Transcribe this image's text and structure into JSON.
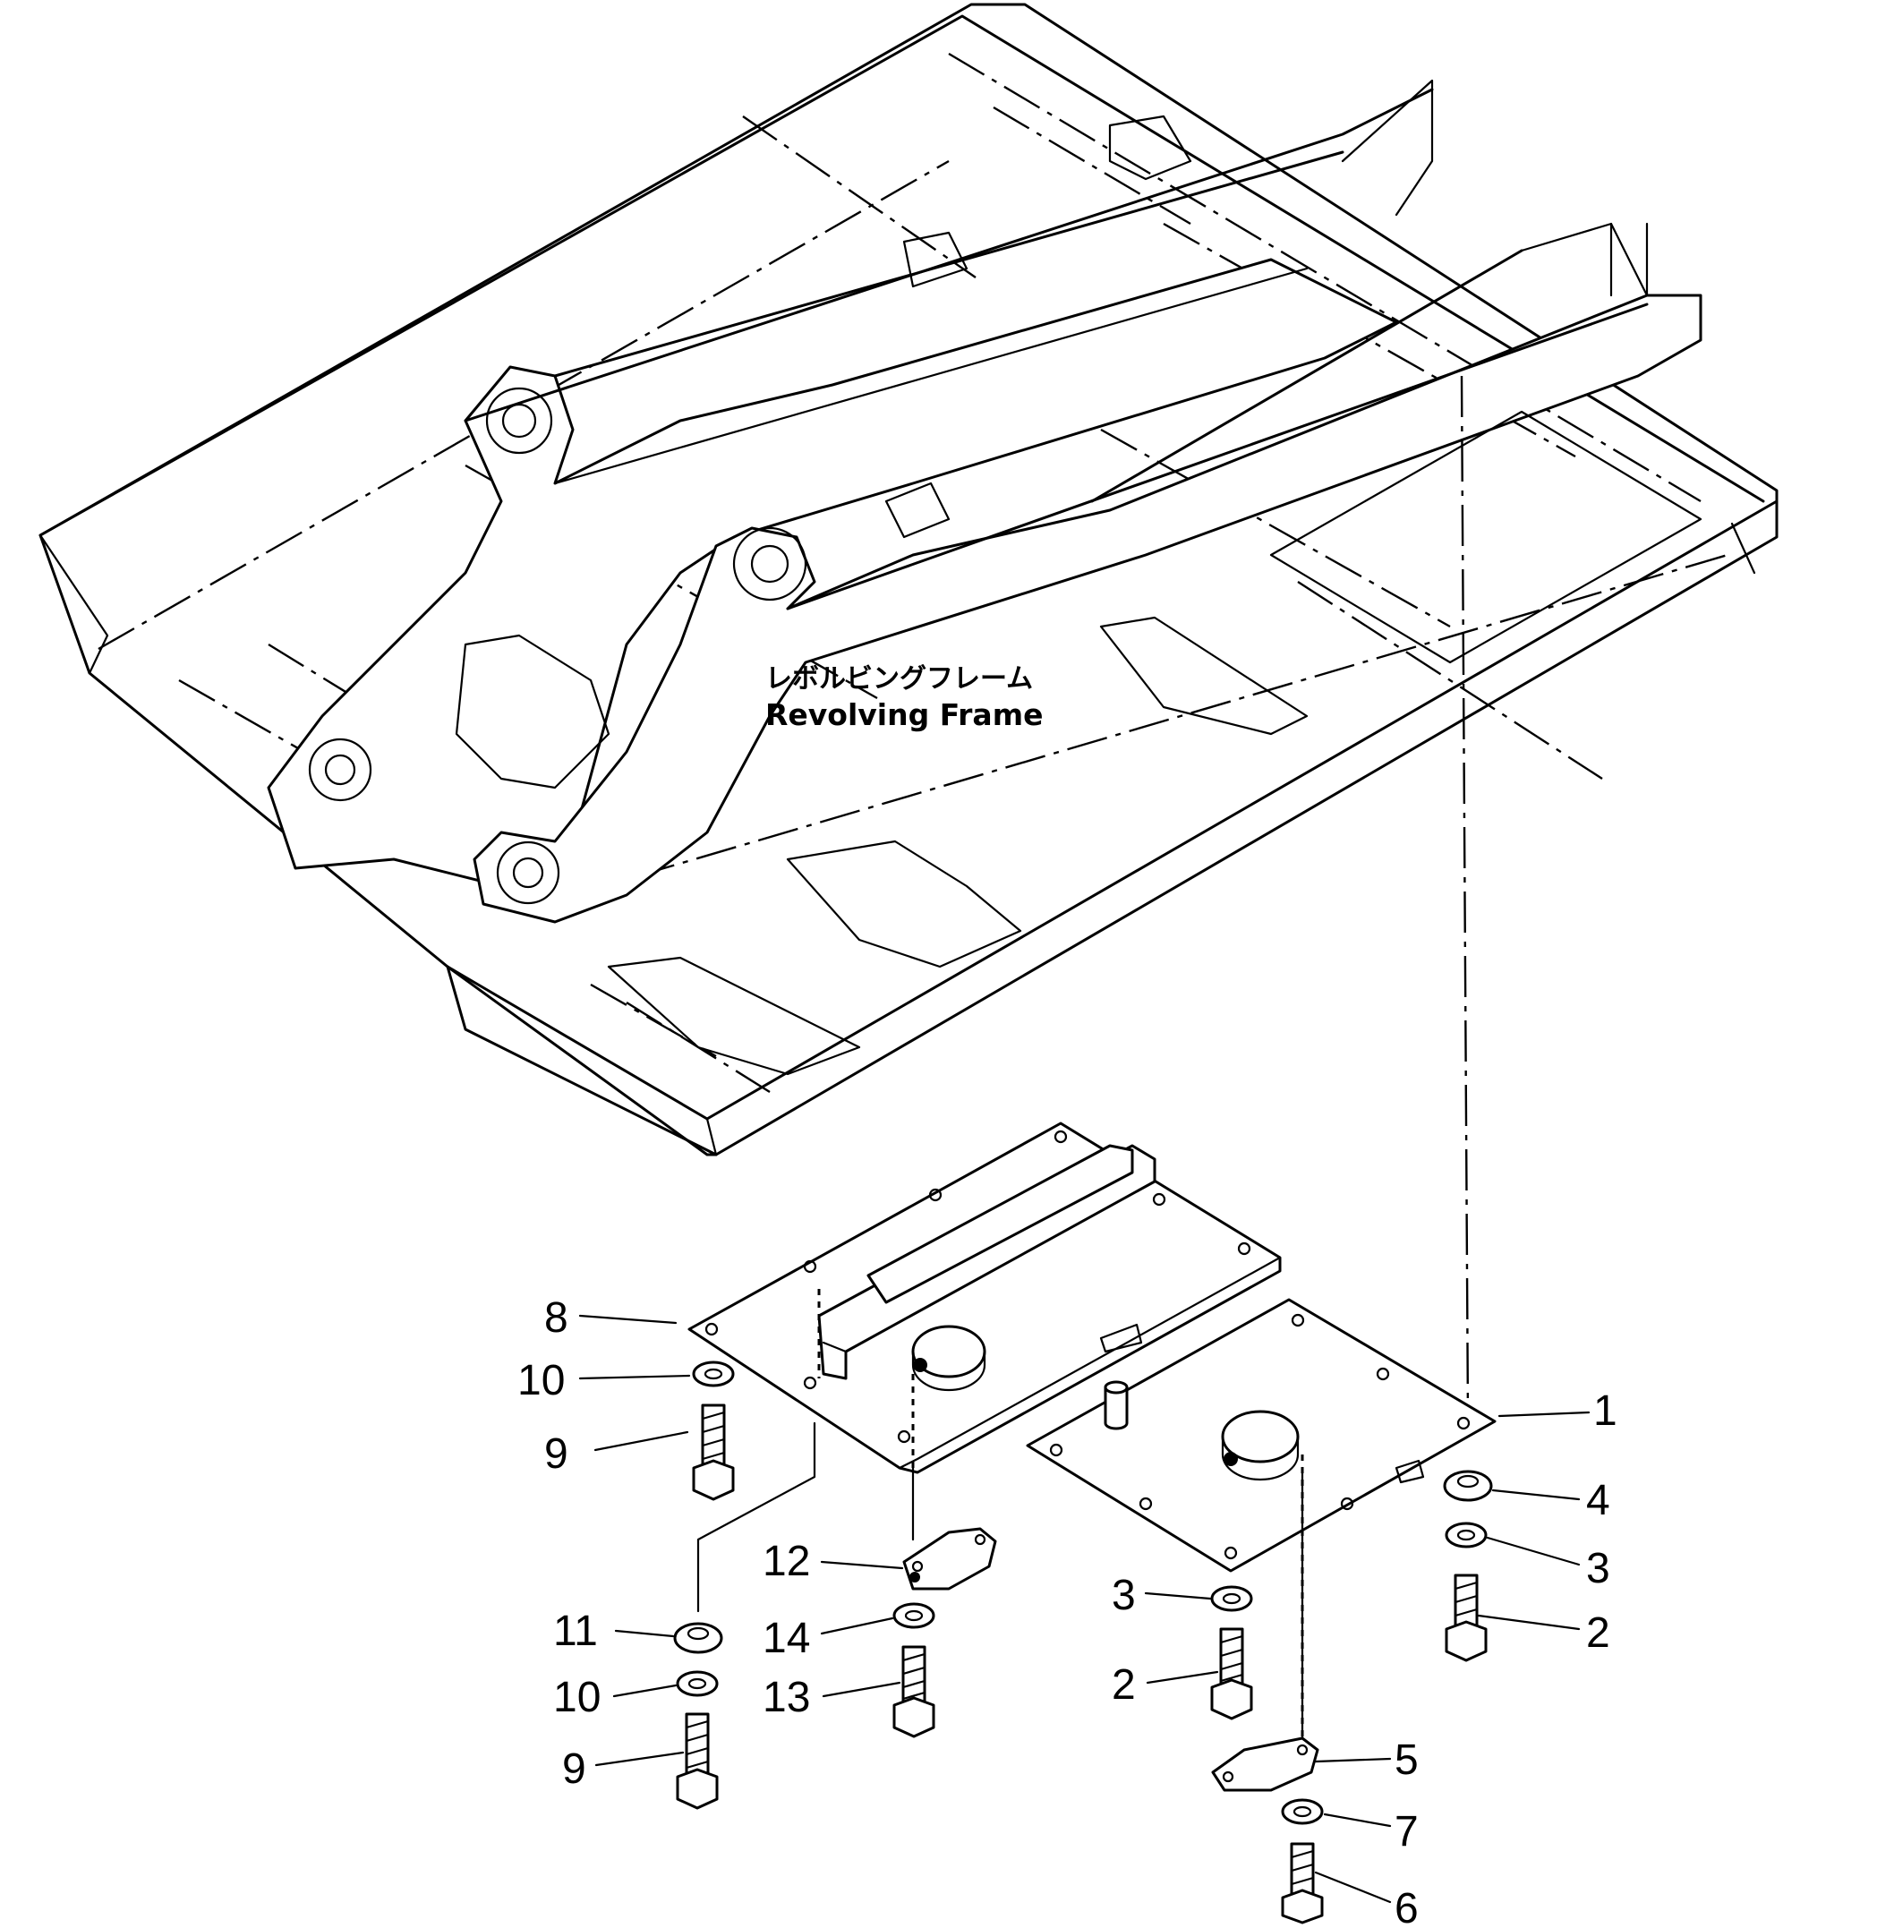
{
  "frame_label": {
    "japanese": "レボルビングフレーム",
    "english": "Revolving Frame"
  },
  "callouts": [
    "1",
    "2",
    "3",
    "4",
    "5",
    "6",
    "7",
    "8",
    "9",
    "10",
    "11",
    "12",
    "13",
    "14"
  ]
}
